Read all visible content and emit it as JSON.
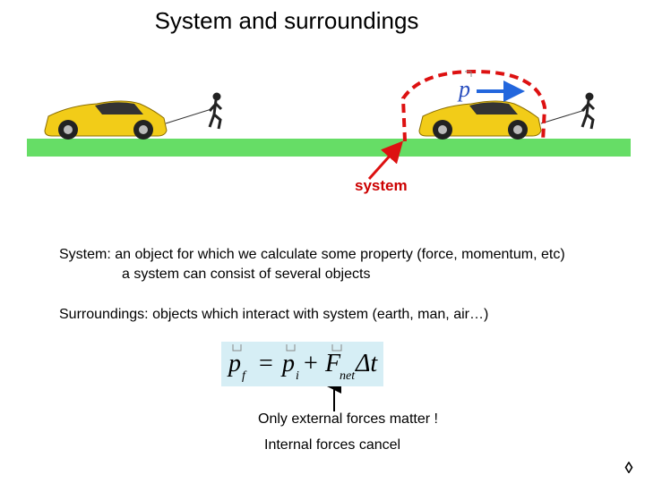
{
  "title": "System and surroundings",
  "scene": {
    "momentum_symbol": "p",
    "system_label": "system",
    "colors": {
      "ground": "#66dd66",
      "car": "#f2cc18",
      "system_outline": "#dd1111",
      "momentum_arrow": "#2266dd"
    }
  },
  "definitions": {
    "system_line1": "System: an object for which we calculate some property (force, momentum, etc)",
    "system_line2": "a system can consist of several objects",
    "surroundings": "Surroundings: objects which interact with system (earth, man, air…)"
  },
  "equation": {
    "p": "p",
    "f": "f",
    "i": "i",
    "F": "F",
    "net": "net",
    "eq": "=",
    "plus": "+",
    "dt": "Δt"
  },
  "notes": {
    "line1": "Only external forces matter !",
    "line2": "Internal forces cancel"
  },
  "nav": {
    "icon": "next-slide-icon",
    "glyph": "◊"
  }
}
